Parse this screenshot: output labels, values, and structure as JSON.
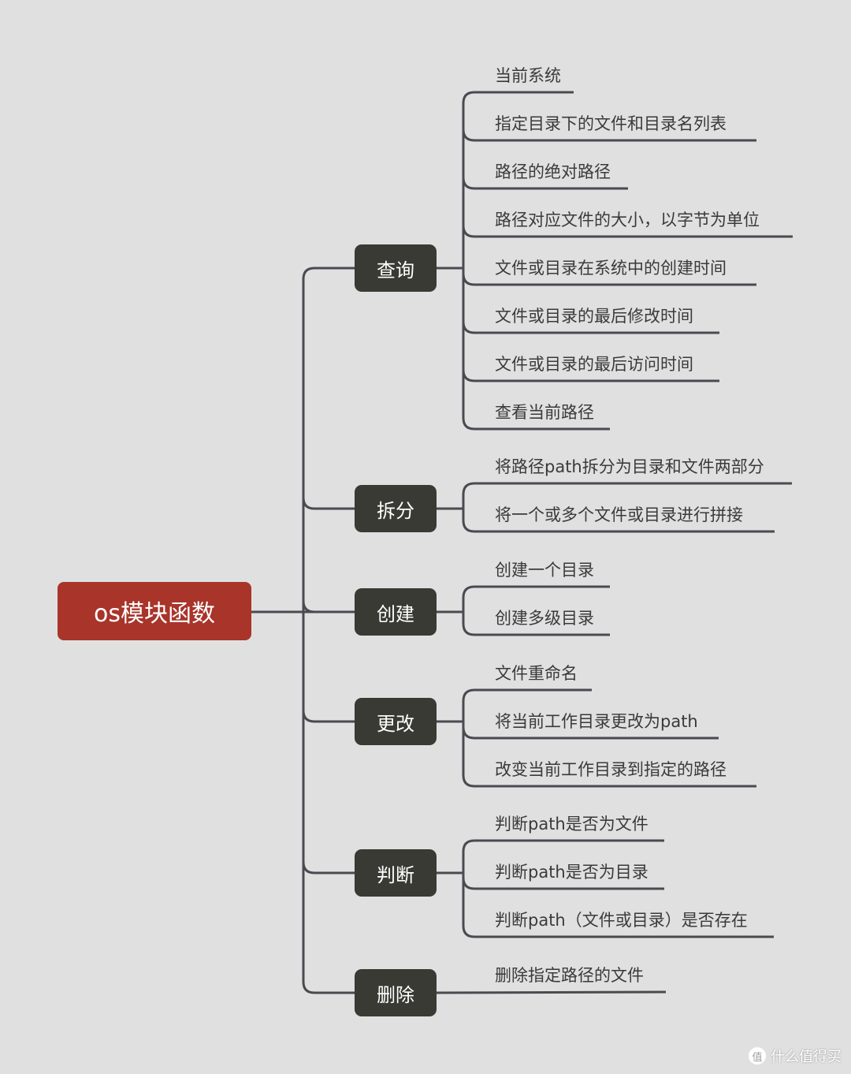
{
  "root": {
    "label": "os模块函数",
    "color": "#a8342a"
  },
  "branches": [
    {
      "label": "查询",
      "leaves": [
        "当前系统",
        "指定目录下的文件和目录名列表",
        "路径的绝对路径",
        "路径对应文件的大小，以字节为单位",
        "文件或目录在系统中的创建时间",
        "文件或目录的最后修改时间",
        "文件或目录的最后访问时间",
        "查看当前路径"
      ]
    },
    {
      "label": "拆分",
      "leaves": [
        "将路径path拆分为目录和文件两部分",
        "将一个或多个文件或目录进行拼接"
      ]
    },
    {
      "label": "创建",
      "leaves": [
        "创建一个目录",
        "创建多级目录"
      ]
    },
    {
      "label": "更改",
      "leaves": [
        "文件重命名",
        "将当前工作目录更改为path",
        "改变当前工作目录到指定的路径"
      ]
    },
    {
      "label": "判断",
      "leaves": [
        "判断path是否为文件",
        "判断path是否为目录",
        "判断path（文件或目录）是否存在"
      ]
    },
    {
      "label": "删除",
      "leaves": [
        "删除指定路径的文件"
      ]
    }
  ],
  "watermark": {
    "logo": "值",
    "text": "什么值得买"
  },
  "line_color": "#4a4a50"
}
